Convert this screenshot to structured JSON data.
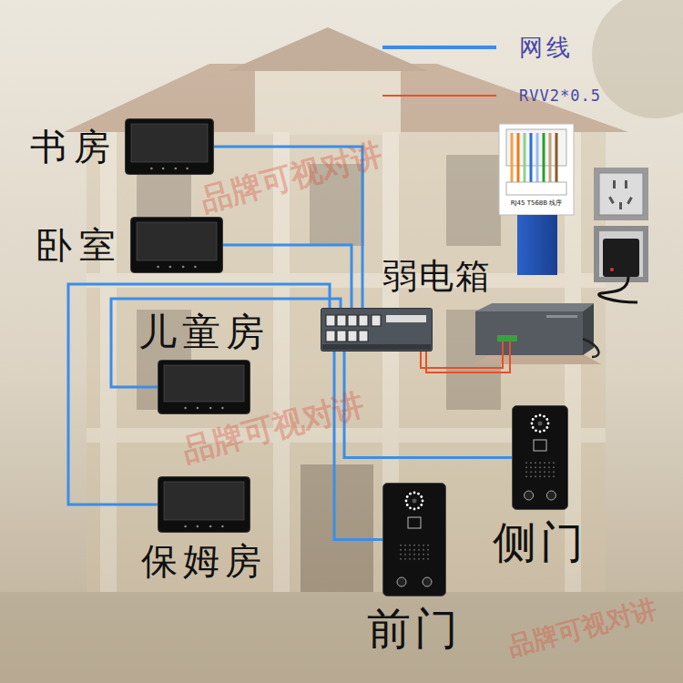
{
  "diagram": {
    "nodes": [
      {
        "text": [
          "书房"
        ]
      },
      {
        "text": [
          "卧室"
        ]
      },
      {
        "text": [
          "弱电箱"
        ]
      },
      {
        "text": [
          "儿童房"
        ]
      },
      {
        "text": [
          "保姆房"
        ]
      },
      {
        "text": [
          "侧门"
        ]
      },
      {
        "text": [
          "前门"
        ]
      }
    ],
    "edges": [
      {
        "from": 0,
        "to": 2,
        "arrow": "none"
      },
      {
        "from": 1,
        "to": 2,
        "arrow": "none"
      },
      {
        "from": 3,
        "to": 2,
        "arrow": "none"
      },
      {
        "from": 4,
        "to": 2,
        "arrow": "none"
      },
      {
        "from": 5,
        "to": 2,
        "arrow": "none"
      },
      {
        "from": 6,
        "to": 2,
        "arrow": "none"
      }
    ],
    "labels": [
      "RJ45 T568B 线序",
      "品牌可视对讲",
      "品牌可视对讲",
      "品牌可视对讲"
    ],
    "legend": [
      {
        "text": "网线"
      },
      {
        "text": "RVV2*0.5"
      }
    ]
  }
}
